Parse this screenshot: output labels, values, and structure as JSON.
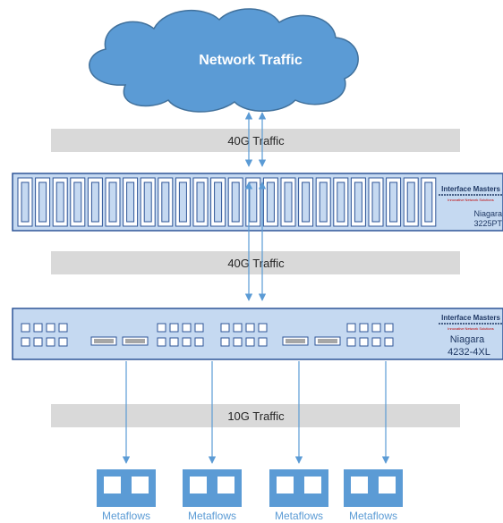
{
  "cloud": {
    "label": "Network Traffic",
    "fill": "#5b9bd5",
    "stroke": "#41719c"
  },
  "bands": [
    {
      "label": "40G Traffic"
    },
    {
      "label": "40G Traffic"
    },
    {
      "label": "10G Traffic"
    }
  ],
  "device1": {
    "brand": "Interface Masters",
    "tagline": "Innovative Network Solutions",
    "model_line1": "Niagara",
    "model_line2": "3225PT",
    "port_count": 24
  },
  "device2": {
    "brand": "Interface Masters",
    "tagline": "Innovative Network Solutions",
    "model_line1": "Niagara",
    "model_line2": "4232-4XL"
  },
  "metaflows": [
    {
      "label": "Metaflows"
    },
    {
      "label": "Metaflows"
    },
    {
      "label": "Metaflows"
    },
    {
      "label": "Metaflows"
    }
  ],
  "colors": {
    "device_fill": "#c5d9f1",
    "device_stroke": "#2f5597",
    "band_fill": "#d9d9d9",
    "arrow": "#5b9bd5",
    "metaflow_fill": "#5b9bd5",
    "brand_text": "#1f3864",
    "tagline_text": "#c00000"
  }
}
